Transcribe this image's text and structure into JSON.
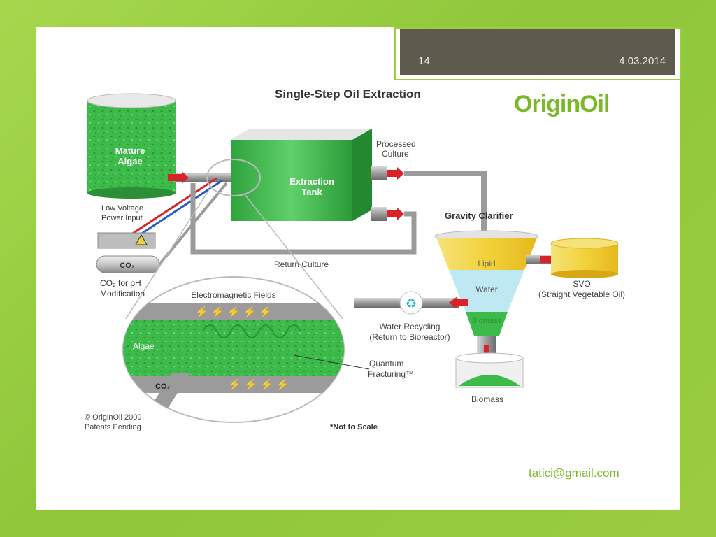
{
  "header": {
    "slide_number": "14",
    "date": "4.03.2014"
  },
  "footer": {
    "email": "tatici@gmail.com"
  },
  "diagram": {
    "title": "Single-Step Oil Extraction",
    "logo": "OriginOil",
    "mature_algae": [
      "Mature",
      "Algae"
    ],
    "low_voltage": [
      "Low Voltage",
      "Power Input"
    ],
    "co2_tank_label": "CO₂",
    "co2_ph": [
      "CO₂ for pH",
      "Modification"
    ],
    "extraction_tank": [
      "Extraction",
      "Tank"
    ],
    "processed_culture": [
      "Processed",
      "Culture"
    ],
    "return_culture": "Return Culture",
    "gravity_clarifier": "Gravity Clarifier",
    "lipid": "Lipid",
    "water": "Water",
    "biomass_layer": "Biomass",
    "svo": [
      "SVO",
      "(Straight Vegetable Oil)"
    ],
    "water_recycling": [
      "Water Recycling",
      "(Return to Bioreactor)"
    ],
    "biomass": "Biomass",
    "electromagnetic_fields": "Electromagnetic Fields",
    "algae": "Algae",
    "co2_pipe": "CO₂",
    "quantum": [
      "Quantum",
      "Fracturing™"
    ],
    "copyright": [
      "© OriginOil 2009",
      "Patents Pending"
    ],
    "not_to_scale": "*Not to Scale"
  },
  "colors": {
    "algae_green": "#3dbb4a",
    "lipid_yellow": "#f2d23a",
    "water_blue": "#bfe9f2",
    "arrow_red": "#d8232a",
    "accent_green": "#9acd3f"
  }
}
